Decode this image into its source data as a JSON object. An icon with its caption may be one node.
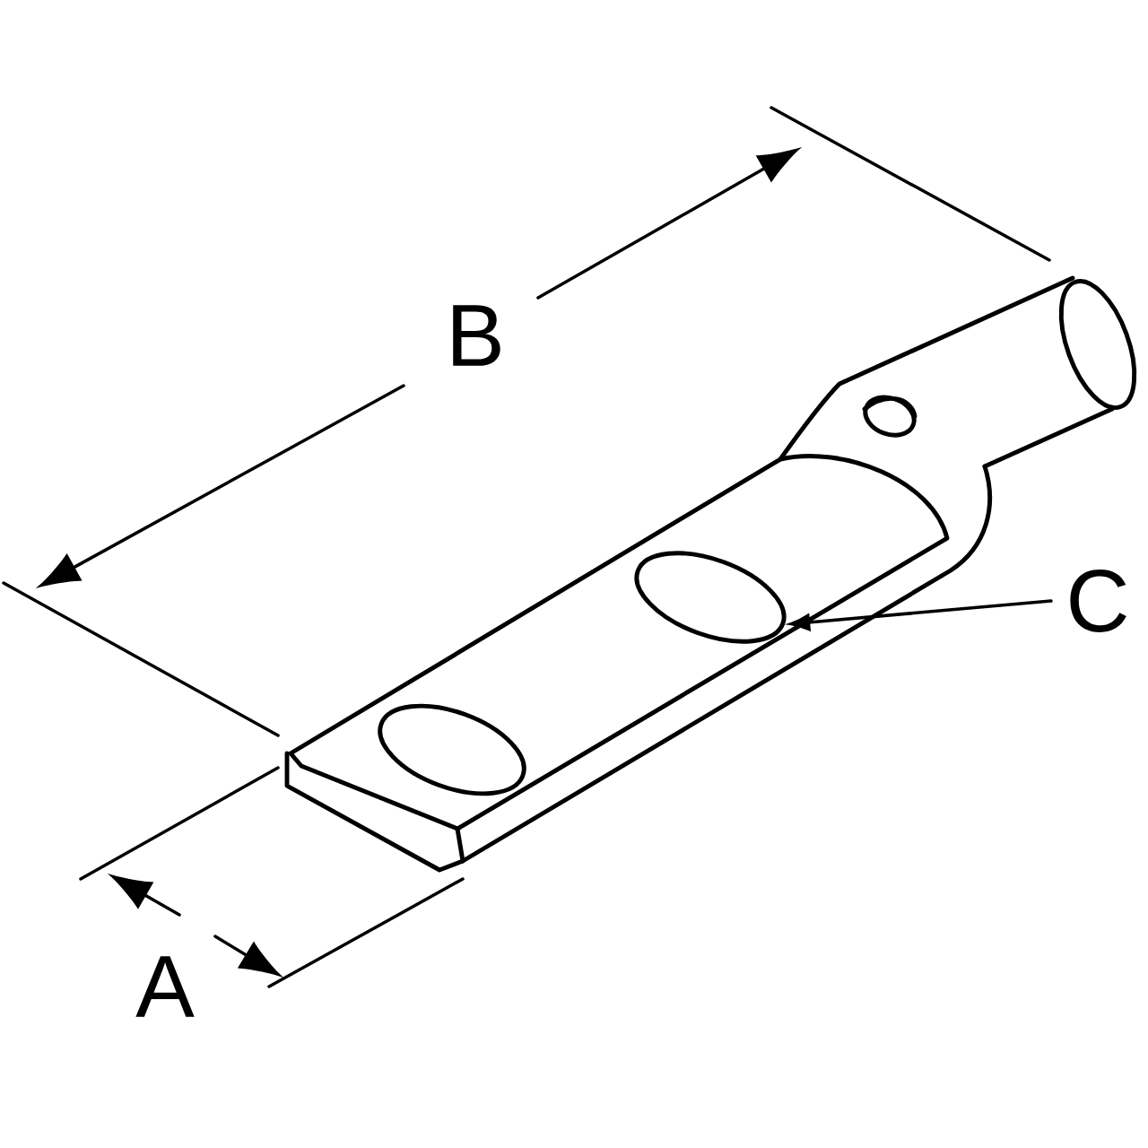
{
  "diagram": {
    "nodes": [
      {
        "text": [
          "C"
        ]
      },
      {
        "text": [],
        "shape": "circle"
      }
    ],
    "edges": [
      {
        "from": 0,
        "to": 1,
        "arrow": "to"
      }
    ],
    "labels": [
      "B",
      "A"
    ]
  }
}
